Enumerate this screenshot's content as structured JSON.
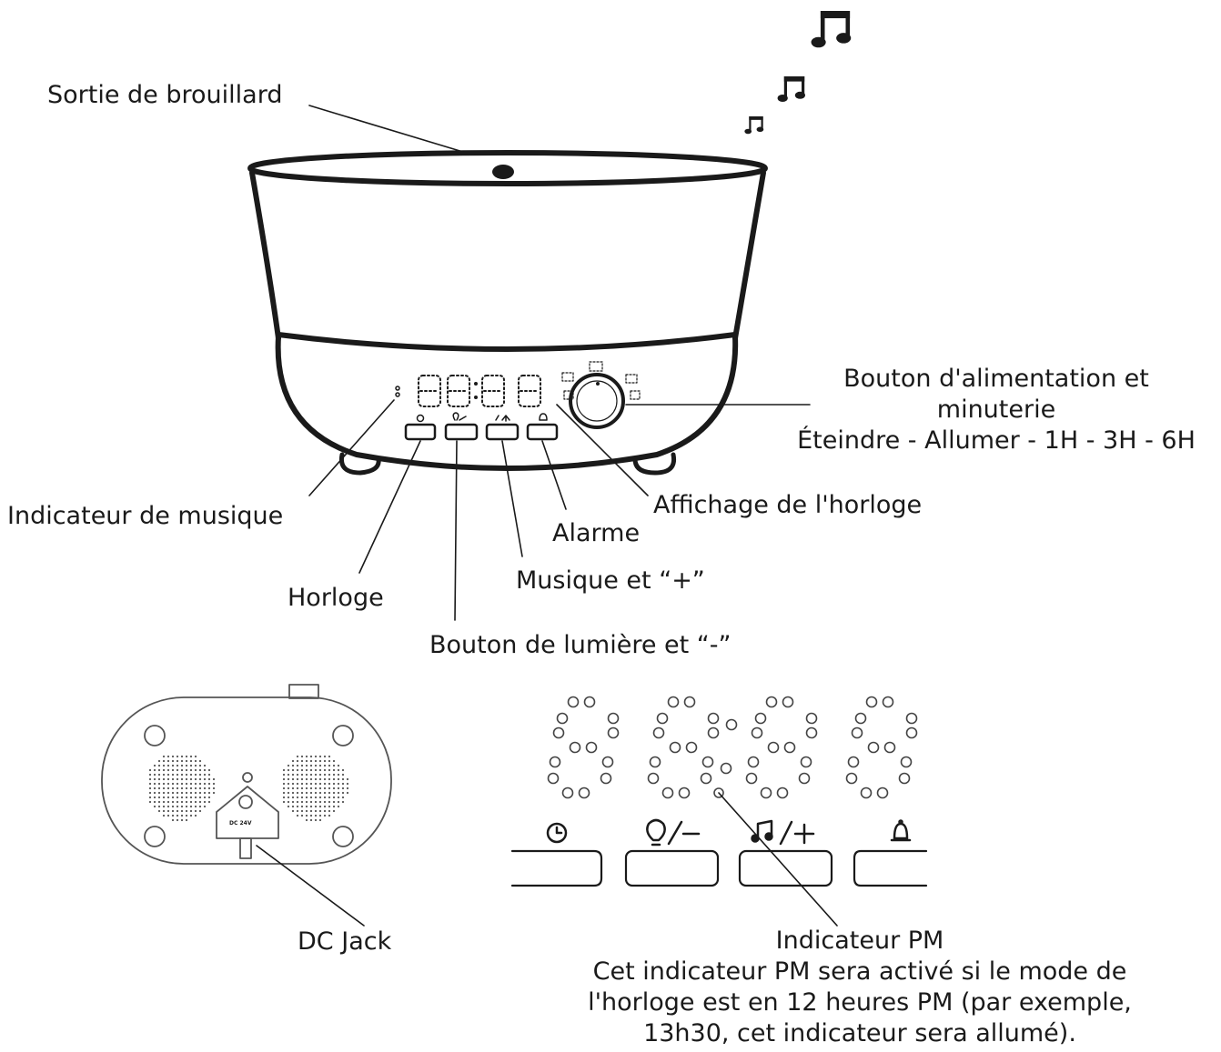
{
  "labels": {
    "mist_outlet": "Sortie de brouillard",
    "power_timer_title_1": "Bouton d'alimentation et",
    "power_timer_title_2": "minuterie",
    "power_timer_modes": "Éteindre - Allumer - 1H - 3H - 6H",
    "clock_display": "Affichage de l'horloge",
    "music_indicator": "Indicateur de musique",
    "alarm": "Alarme",
    "music_plus": "Musique et “+”",
    "clock": "Horloge",
    "light_minus": "Bouton de lumière et “-”",
    "dc_jack": "DC Jack",
    "pm_indicator_title": "Indicateur PM",
    "pm_note_1": "Cet indicateur PM sera activé si le mode de",
    "pm_note_2": "l'horloge est en 12 heures PM (par exemple,",
    "pm_note_3": "13h30, cet indicateur sera allumé)."
  },
  "device": {
    "display_digits": "8888",
    "dc_jack_marking": "DC 24V",
    "button_glyphs": [
      "◷",
      "💡/−",
      "♫/+",
      "🔔"
    ]
  },
  "icons": [
    "music-notes-icon",
    "clock-icon",
    "light-bulb-icon",
    "music-note-icon",
    "bell-icon"
  ]
}
